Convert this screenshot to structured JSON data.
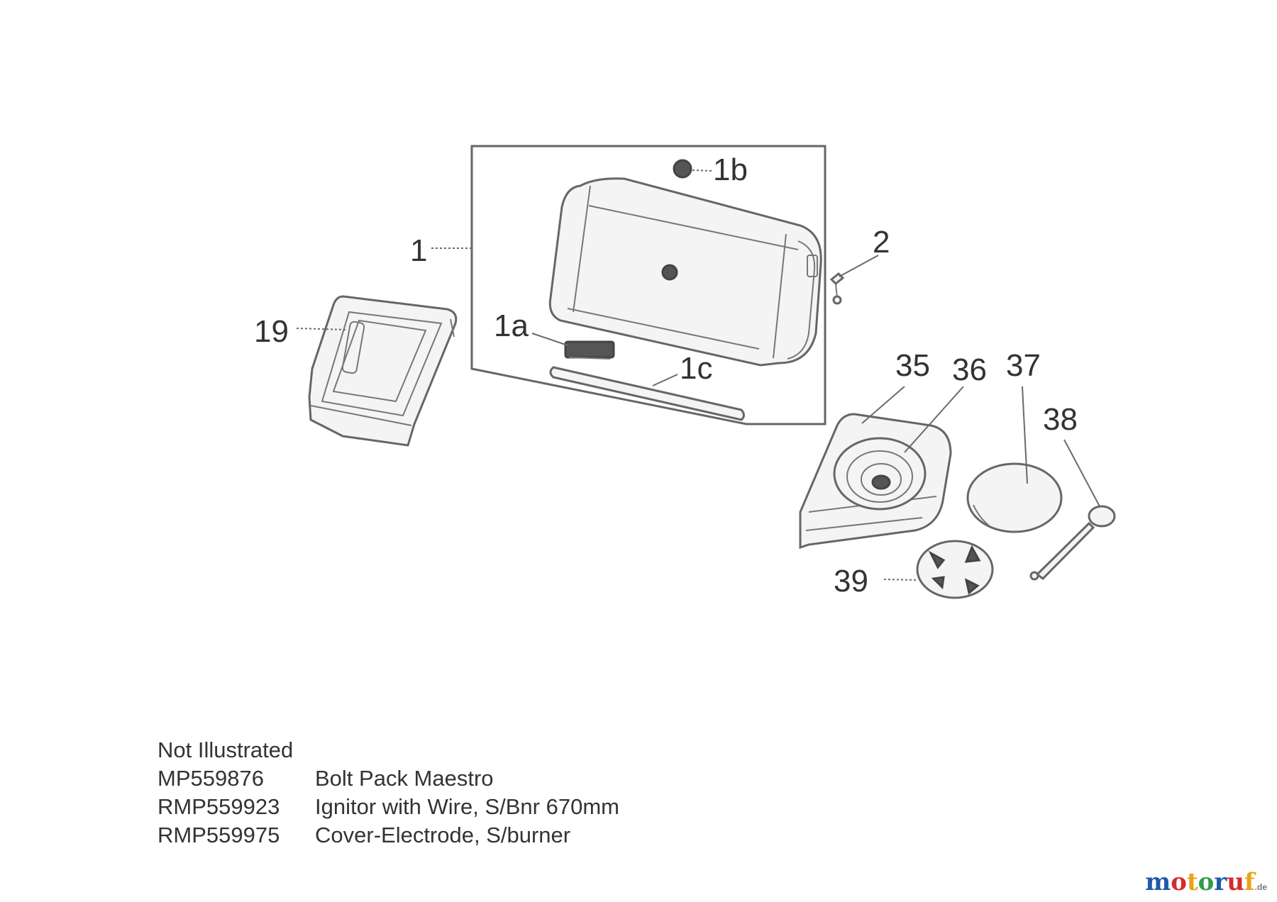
{
  "labels": {
    "l1": "1",
    "l1a": "1a",
    "l1b": "1b",
    "l1c": "1c",
    "l2": "2",
    "l19": "19",
    "l35": "35",
    "l36": "36",
    "l37": "37",
    "l38": "38",
    "l39": "39"
  },
  "notes": {
    "heading": "Not Illustrated",
    "items": [
      {
        "code": "MP559876",
        "desc": "Bolt Pack Maestro"
      },
      {
        "code": "RMP559923",
        "desc": "Ignitor with Wire, S/Bnr 670mm"
      },
      {
        "code": "RMP559975",
        "desc": "Cover-Electrode, S/burner"
      }
    ]
  },
  "brand": {
    "name": "motoruf",
    "suffix": ".de",
    "colors": [
      "#1e5aa8",
      "#d62b2b",
      "#e8a317",
      "#2e9e4a"
    ]
  }
}
